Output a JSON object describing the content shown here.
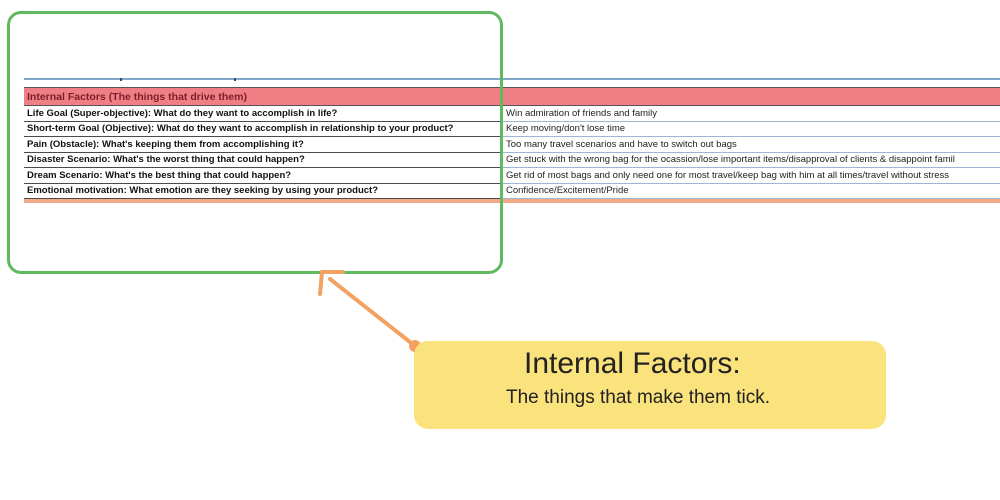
{
  "sheet": {
    "header": "Internal Factors (The things that drive them)",
    "rows": [
      {
        "question": "Life Goal (Super-objective): What do they want to accomplish in life?",
        "answer": "Win admiration of friends and family"
      },
      {
        "question": "Short-term Goal (Objective): What do they want to accomplish in relationship to your product?",
        "answer": "Keep moving/don't lose time"
      },
      {
        "question": "Pain (Obstacle): What's keeping them from accomplishing it?",
        "answer": "Too many travel scenarios and have to switch out bags"
      },
      {
        "question": "Disaster Scenario: What's the worst thing that could happen?",
        "answer": "Get stuck with the wrong bag for the ocassion/lose important items/disapproval of clients & disappoint famil"
      },
      {
        "question": "Dream Scenario: What's the best thing that could happen?",
        "answer": "Get rid of most bags and only need one for most travel/keep bag with him at all times/travel without stress"
      },
      {
        "question": "Emotional motivation: What emotion are they seeking by using your product?",
        "answer": "Confidence/Excitement/Pride"
      }
    ]
  },
  "callout": {
    "title": "Internal Factors:",
    "subtitle": "The things that make them tick."
  },
  "colors": {
    "highlight_border": "#5fba5f",
    "arrow": "#f2a263",
    "callout_bg": "#fae27c",
    "header_bg": "#f07f85",
    "header_text": "#7a1f2a"
  }
}
